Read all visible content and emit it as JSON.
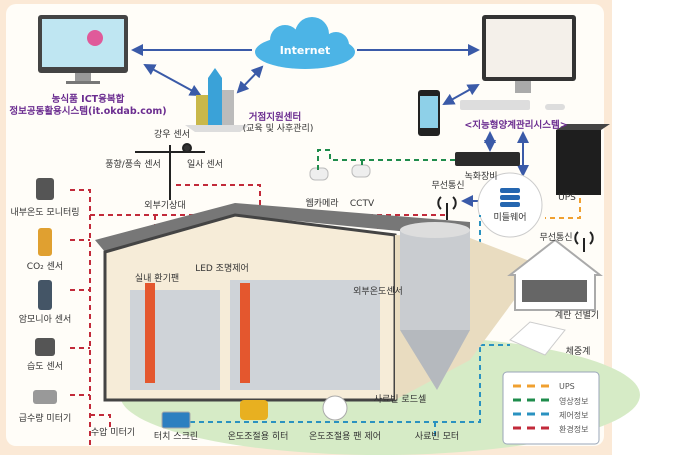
{
  "colors": {
    "ups": "#f0a030",
    "video": "#1f8c4c",
    "control": "#2a92c0",
    "environment": "#c22a3a",
    "link": "#3a5aa8",
    "label_purple": "#6b2d90",
    "ground": "#d6ebc6"
  },
  "cloud": {
    "label": "Internet"
  },
  "portal": {
    "line1": "농식품 ICT융복합",
    "line2": "정보공동활용시스템(it.okdab.com)"
  },
  "hub": {
    "line1": "거점지원센터",
    "line2": "(교육 및 사후관리)"
  },
  "system": {
    "label": "<지능형양계관리시스템>"
  },
  "devices": {
    "recorder": "녹화장비",
    "ups": "UPS",
    "middleware": "미들웨어",
    "wireless_top": "무선통신",
    "wireless_right": "무선통신",
    "webcam": "웹카메라",
    "cctv": "CCTV",
    "rain": "강우 센서",
    "wind": "풍향/풍속 센서",
    "solar": "일사 센서",
    "weather_station": "외부기상대",
    "inner_temp": "내부온도 모니터링",
    "co2": "CO₂ 센서",
    "ammonia": "암모니아 센서",
    "humidity": "습도 센서",
    "water_meter": "급수량 미터기",
    "pressure_meter": "수압 미터기",
    "fan": "실내 환기팬",
    "led": "LED 조명제어",
    "outer_temp": "외부온도센서",
    "egg_sorter": "계란 선별기",
    "scale": "체중계",
    "silo_loadcell": "사료빈 로드셀",
    "silo_motor": "사료빈 모터",
    "touch_screen": "터치 스크린",
    "heater": "온도조절용 히터",
    "fan_control": "온도조절용 팬 제어"
  },
  "legend": [
    {
      "label": "UPS",
      "color": "#f0a030"
    },
    {
      "label": "영상정보",
      "color": "#1f8c4c"
    },
    {
      "label": "제어정보",
      "color": "#2a92c0"
    },
    {
      "label": "환경정보",
      "color": "#c22a3a"
    }
  ]
}
